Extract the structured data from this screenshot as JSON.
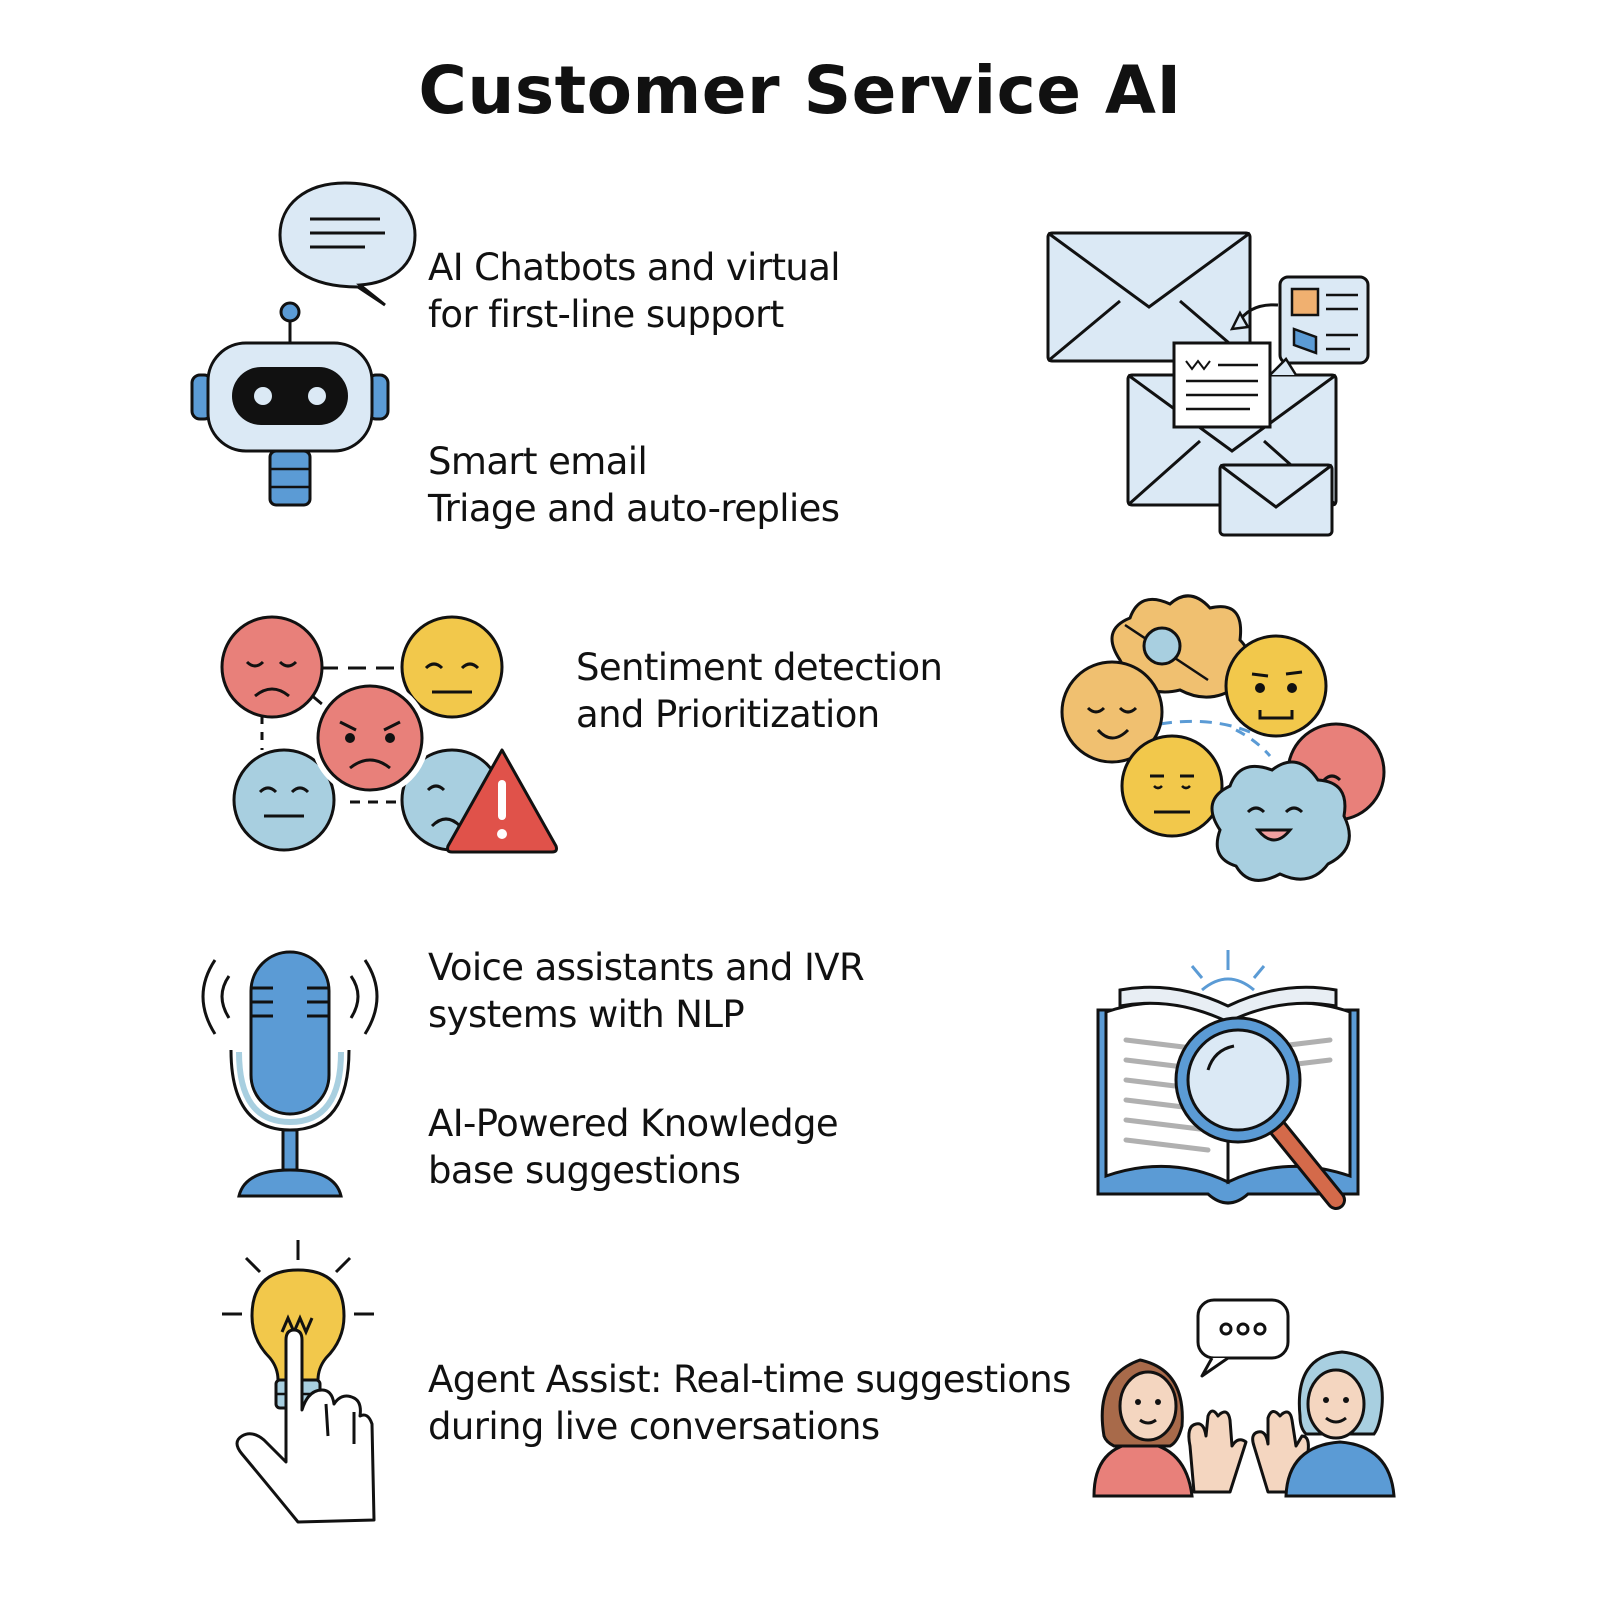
{
  "title": "Customer Service AI",
  "features": [
    {
      "line1": "AI Chatbots and virtual",
      "line2": "for first-line support",
      "icon": "robot-chat-icon"
    },
    {
      "line1": "Smart email",
      "line2": "Triage and auto-replies",
      "icon": "email-triage-icon"
    },
    {
      "line1": "Sentiment detection",
      "line2": "and Prioritization",
      "icon": "sentiment-faces-icon"
    },
    {
      "line1": "Voice assistants and IVR",
      "line2": "systems with NLP",
      "icon": "microphone-icon"
    },
    {
      "line1": "AI-Powered Knowledge",
      "line2": "base suggestions",
      "icon": "book-search-icon"
    },
    {
      "line1": "Agent Assist: Real-time suggestions",
      "line2": "during live conversations",
      "icon": "lightbulb-hand-icon"
    }
  ],
  "colors": {
    "blue_fill": "#dbe9f5",
    "blue_accent": "#5b9bd5",
    "red_face": "#e8807a",
    "yellow_face": "#f2c84b",
    "teal_face": "#a8cfe0",
    "alert_red": "#e0524a",
    "orange_face": "#f0c070"
  }
}
